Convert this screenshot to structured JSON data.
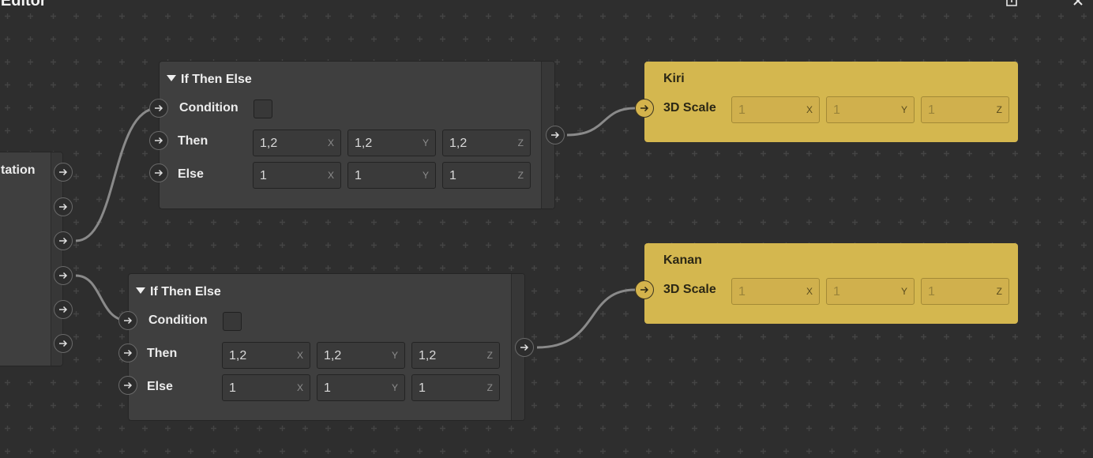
{
  "window": {
    "title": "ch Editor",
    "export_icon": "export-icon",
    "close_icon": "close-icon"
  },
  "source_node": {
    "label": "tation"
  },
  "if_nodes": [
    {
      "title": "If Then Else",
      "condition_label": "Condition",
      "then_label": "Then",
      "else_label": "Else",
      "then_values": [
        "1,2",
        "1,2",
        "1,2"
      ],
      "else_values": [
        "1",
        "1",
        "1"
      ]
    },
    {
      "title": "If Then Else",
      "condition_label": "Condition",
      "then_label": "Then",
      "else_label": "Else",
      "then_values": [
        "1,2",
        "1,2",
        "1,2"
      ],
      "else_values": [
        "1",
        "1",
        "1"
      ]
    }
  ],
  "axes": [
    "X",
    "Y",
    "Z"
  ],
  "target_nodes": [
    {
      "title": "Kiri",
      "label": "3D Scale",
      "values": [
        "1",
        "1",
        "1"
      ]
    },
    {
      "title": "Kanan",
      "label": "3D Scale",
      "values": [
        "1",
        "1",
        "1"
      ]
    }
  ],
  "colors": {
    "canvas": "#2e2e2e",
    "node": "#3f3f3f",
    "target_node": "#d4b74f",
    "wire": "#8a8a8a"
  }
}
